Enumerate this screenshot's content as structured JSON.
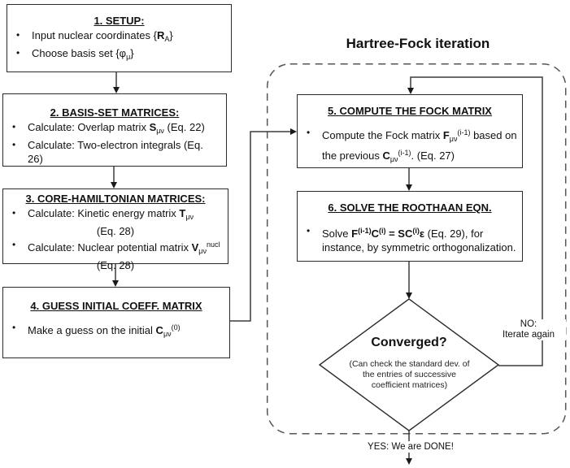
{
  "title": "Hartree-Fock iteration",
  "glyphs": {
    "bullet": "•"
  },
  "boxes": {
    "b1": {
      "heading": "1. SETUP:",
      "item1": {
        "s0": "Input nuclear coordinates {",
        "s1": "R",
        "s2": "A",
        "s3": "}"
      },
      "item2": {
        "s0": "Choose basis set {φ",
        "s1": "μ",
        "s2": "}"
      }
    },
    "b2": {
      "heading": "2. BASIS-SET MATRICES:",
      "item1": {
        "s0": "Calculate: Overlap matrix ",
        "s1": "S",
        "s2": "μν",
        "s3": " (Eq. 22)"
      },
      "item2": {
        "s0": "Calculate: Two-electron integrals (Eq. 26)"
      }
    },
    "b3": {
      "heading": "3. CORE-HAMILTONIAN MATRICES:",
      "item1": {
        "s0": "Calculate: Kinetic energy matrix ",
        "s1": "T",
        "s2": "μν"
      },
      "item1_eq": "(Eq. 28)",
      "item2": {
        "s0": "Calculate: Nuclear potential matrix ",
        "s1": "V",
        "s2": "μν",
        "s3": "nucl"
      },
      "item2_eq": "(Eq. 28)"
    },
    "b4": {
      "heading": "4. GUESS INITIAL COEFF. MATRIX",
      "item1": {
        "s0": "Make a guess on the initial ",
        "s1": "C",
        "s2": "μν",
        "s3": "(0)"
      }
    },
    "b5": {
      "heading": "5. COMPUTE THE FOCK MATRIX",
      "item1": {
        "s0": "Compute the Fock matrix ",
        "s1": "F",
        "s2": "μν",
        "s3": "(i-1)",
        "s4": " based on the previous ",
        "s5": "C",
        "s6": "μν",
        "s7": "(i-1)",
        "s8": ". (Eq. 27)"
      }
    },
    "b6": {
      "heading": "6. SOLVE THE ROOTHAAN EQN.",
      "item1": {
        "s0": "Solve ",
        "s1": "F",
        "s2": "(i-1)",
        "s3": "C",
        "s4": "(i)",
        "s5": " = SC",
        "s6": "(i)",
        "s7": "ε",
        "s8": " (Eq. 29), for instance, by symmetric orthogonalization."
      }
    }
  },
  "diamond": {
    "question": "Converged?",
    "note": "(Can check the standard dev. of the entries of successive coefficient matrices)"
  },
  "labels": {
    "no_line1": "NO:",
    "no_line2": "Iterate again",
    "yes": "YES: We are DONE!"
  },
  "colors": {
    "line": "#3c3c3c",
    "box_border": "#2b2b2b",
    "dashed_border": "#555555",
    "background": "#ffffff"
  }
}
